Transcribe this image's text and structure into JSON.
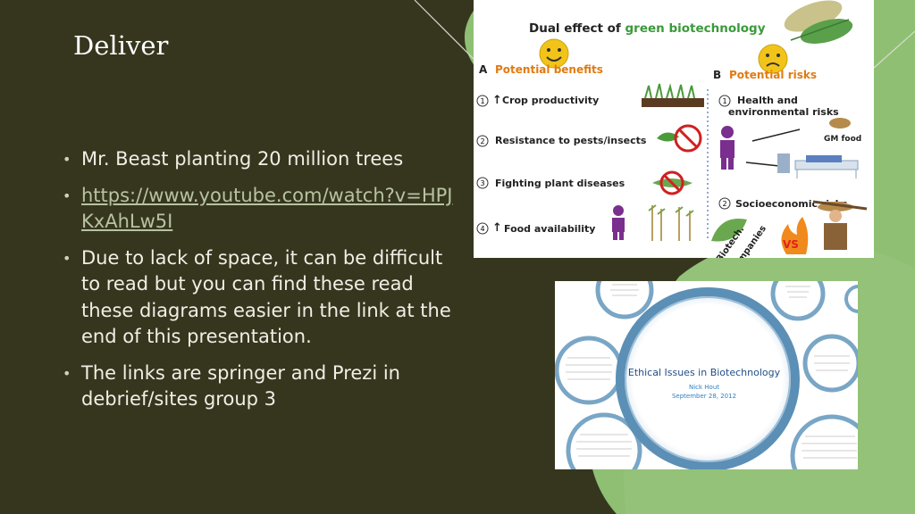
{
  "slide": {
    "title": "Deliver",
    "bullets": [
      {
        "text": "Mr. Beast planting 20 million trees",
        "is_link": false
      },
      {
        "text": "https://www.youtube.com/watch?v=HPJKxAhLw5I",
        "is_link": true
      },
      {
        "text": "Due to lack of space, it can be difficult to read but you can find these read these diagrams easier in the link at the end of this presentation.",
        "is_link": false
      },
      {
        "text": "The links are springer and Prezi in debrief/sites group 3",
        "is_link": false
      }
    ]
  },
  "figure1": {
    "title_prefix": "Dual effect of ",
    "title_highlight": "green biotechnology",
    "section_a_letter": "A",
    "section_a_label": "Potential benefits",
    "section_b_letter": "B",
    "section_b_label": "Potential risks",
    "benefits": [
      {
        "num": "1",
        "label": "Crop productivity",
        "arrow": true
      },
      {
        "num": "2",
        "label": "Resistance to pests/insects",
        "arrow": false
      },
      {
        "num": "3",
        "label": "Fighting plant diseases",
        "arrow": false
      },
      {
        "num": "4",
        "label": "Food availability",
        "arrow": true
      }
    ],
    "risks": [
      {
        "num": "1",
        "label_line1": "Health and",
        "label_line2": "environmental risks"
      },
      {
        "num": "2",
        "label_line1": "Socioeconomic risks",
        "label_line2": ""
      }
    ],
    "gm_food": "GM food",
    "biotech_line1": "Biotech.",
    "biotech_line2": "companies",
    "vs": "VS"
  },
  "figure2": {
    "title": "Ethical Issues in Biotechnology",
    "author": "Nick Hout",
    "date": "September 28, 2012"
  },
  "colors": {
    "background": "#36361f",
    "green_shape": "#8fbf73",
    "title_green": "#4caf50",
    "label_orange": "#e07b12",
    "prezi_blue": "#5b8fb5"
  }
}
